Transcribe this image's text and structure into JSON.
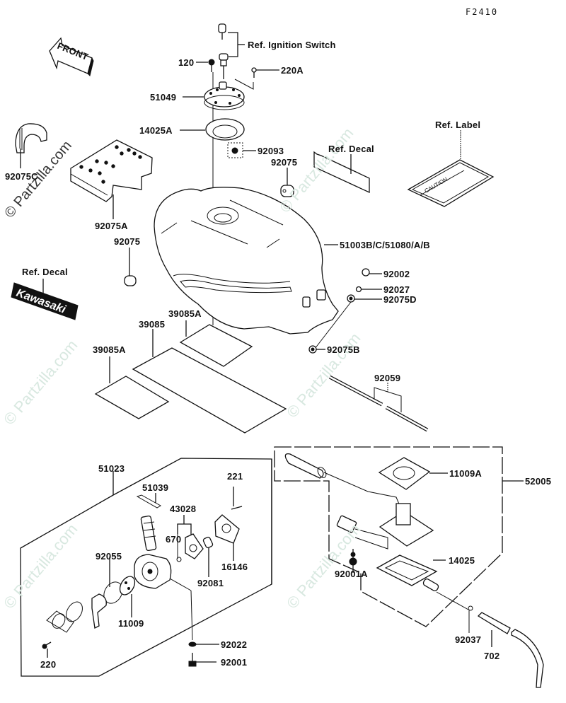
{
  "diagram": {
    "figure_code": "F2410",
    "front_arrow": "FRONT",
    "watermark": "© Partzilla.com",
    "decal_text": "Kawasaki",
    "label_text": "CAUTION"
  },
  "callouts": {
    "ref_ignition_switch": "Ref. Ignition Switch",
    "p120": "120",
    "p220A": "220A",
    "p51049": "51049",
    "p14025A": "14025A",
    "p92093": "92093",
    "p92075_top": "92075",
    "ref_decal_top": "Ref. Decal",
    "ref_label": "Ref. Label",
    "p92075C": "92075C",
    "p92075A": "92075A",
    "p92075_left": "92075",
    "p51003": "51003B/C/51080/A/B",
    "ref_decal_left": "Ref. Decal",
    "p92002": "92002",
    "p92027": "92027",
    "p92075D": "92075D",
    "p39085A_top": "39085A",
    "p39085": "39085",
    "p39085A_left": "39085A",
    "p92075B": "92075B",
    "p92059": "92059",
    "p51023": "51023",
    "p51039": "51039",
    "p221": "221",
    "p43028": "43028",
    "p670": "670",
    "p92055": "92055",
    "p16146": "16146",
    "p92081": "92081",
    "p11009": "11009",
    "p92022": "92022",
    "p92001": "92001",
    "p220": "220",
    "p11009A": "11009A",
    "p52005": "52005",
    "p14025": "14025",
    "p92001A": "92001A",
    "p92037": "92037",
    "p702": "702"
  }
}
